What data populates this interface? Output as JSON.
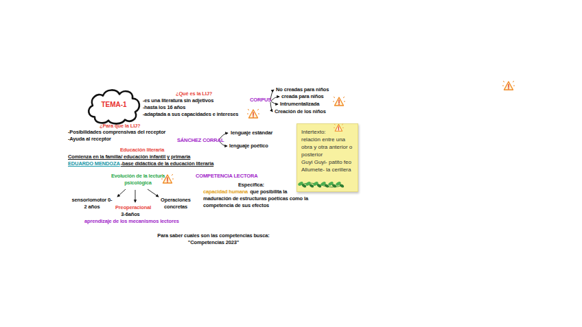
{
  "diagram": {
    "nodes": [
      {
        "text": [
          "TEMA-1"
        ]
      },
      {
        "text": [
          "Intertexto:",
          "relación entre una obra y otra anterior o posterior",
          "Guyi Guyi- patito feo",
          "Allumete- la cerillera"
        ]
      }
    ],
    "labels": [
      "¿Qué es la LIJ?",
      "-es una literatura sin adjetivos",
      "-hasta los 16 años",
      "-adaptada a sus capacidades e intereses",
      "CORPUS",
      "No creadas para niños",
      "creada para niños",
      "Intrumentalizada",
      "Creación de los niños",
      "¿Para que la LIJ?",
      "-Posibilidades comprensivas del receptor",
      "-Ayuda al receptor",
      "SÁNCHEZ CORRAL",
      "lenguaje estándar",
      "lenguaje poético",
      "Educación literaria",
      "Comienza en la familia/ educación infantil y primaria",
      "EDUARDO MENDOZA",
      "-base didáctica de la educación literaria",
      "Evolución de la lectura psicológica",
      "sensoriomotor 0-2 años",
      "Preoperacional",
      "3-6años",
      "Operaciones concretas",
      "aprendizaje de los mecanismos lectores",
      "COMPETENCIA LECTORA",
      "Especifica:",
      "capacidad humana",
      "que posibilita la maduración de estructuras poéticas como la competencia de sus efectos",
      "Para saber cuales son las competencias busca: \"Competencias 2023\""
    ]
  }
}
